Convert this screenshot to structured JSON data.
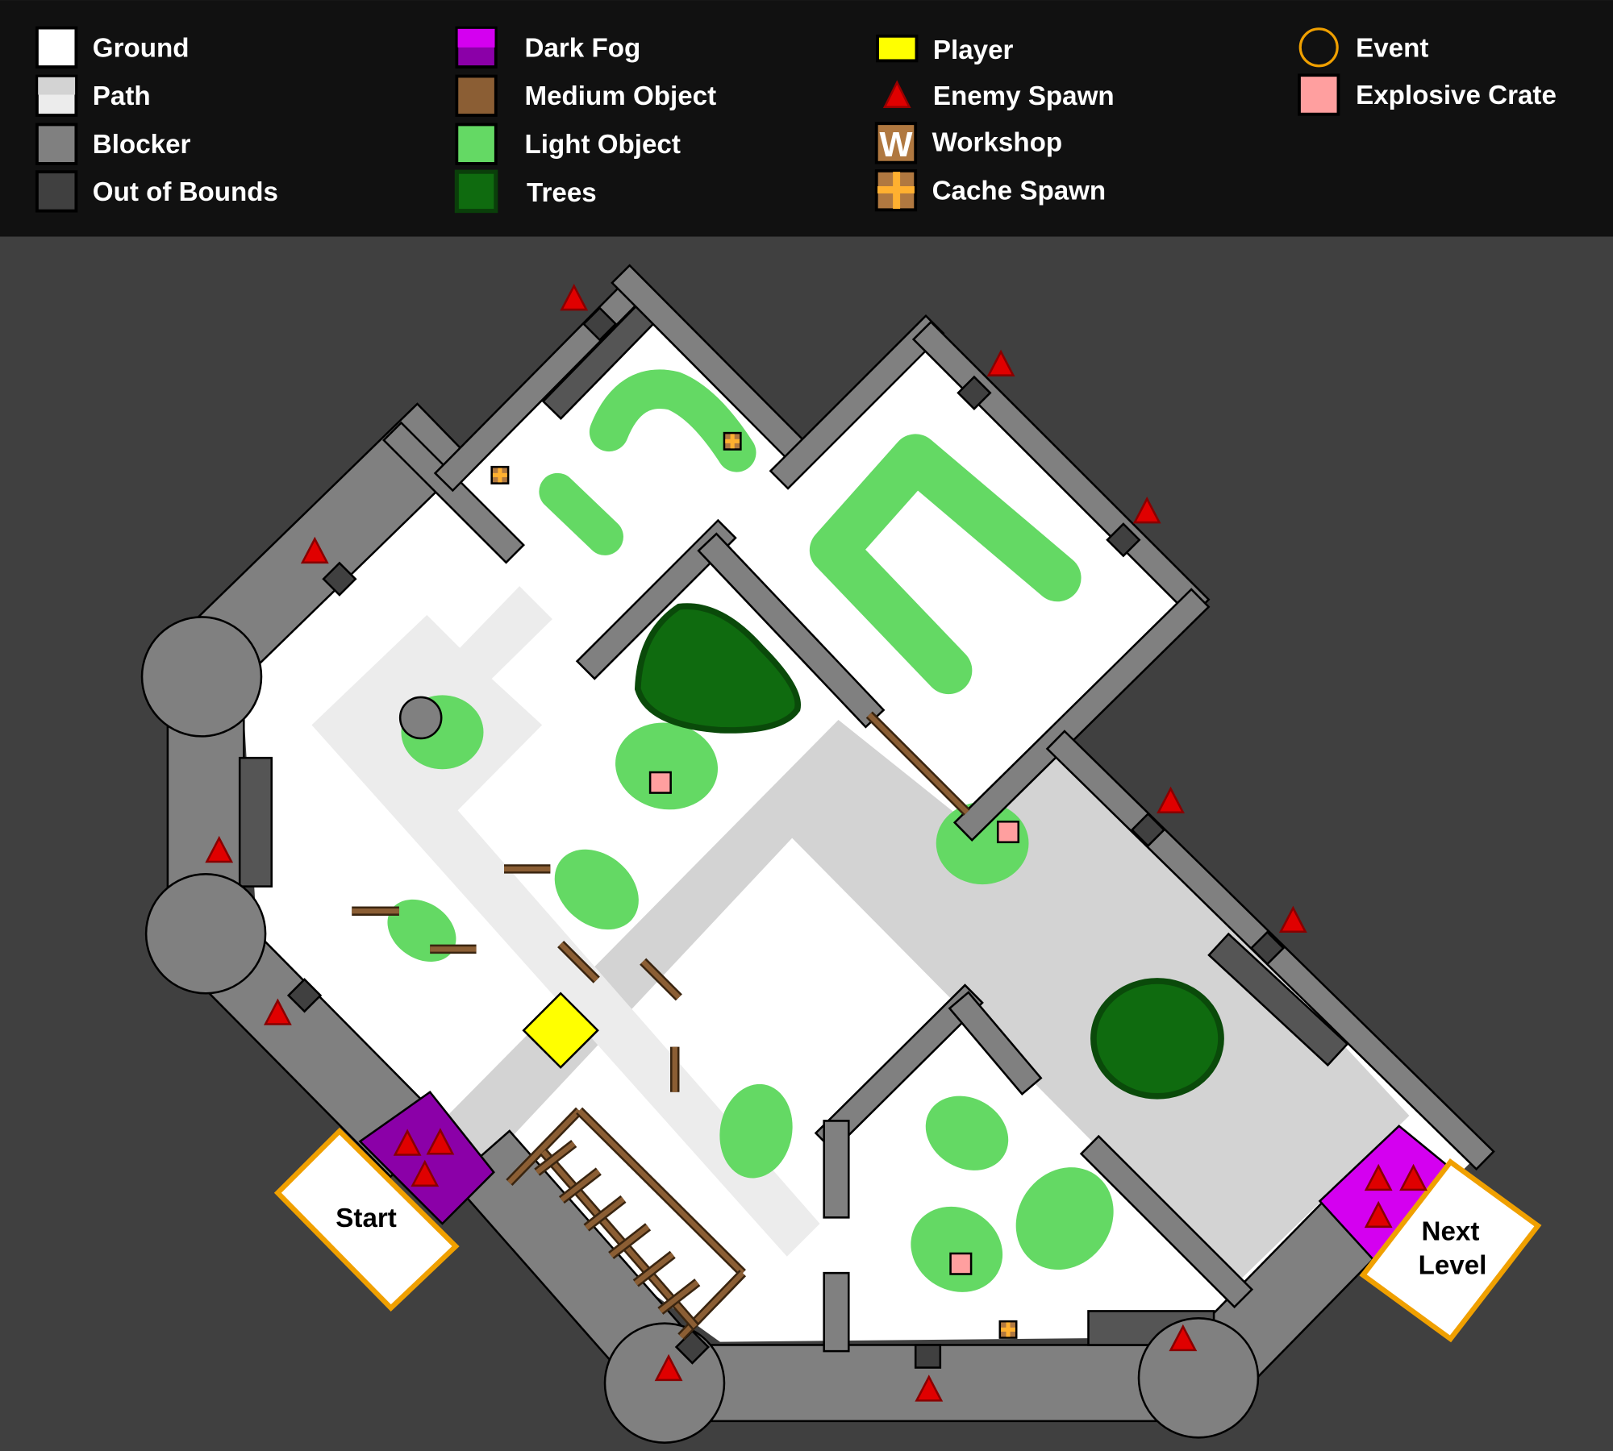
{
  "legend": {
    "ground": "Ground",
    "path": "Path",
    "blocker": "Blocker",
    "out_of_bounds": "Out of Bounds",
    "dark_fog": "Dark Fog",
    "medium_object": "Medium Object",
    "light_object": "Light Object",
    "trees": "Trees",
    "player": "Player",
    "enemy_spawn": "Enemy Spawn",
    "workshop": "Workshop",
    "workshop_glyph": "W",
    "cache_spawn": "Cache Spawn",
    "event": "Event",
    "explosive_crate": "Explosive Crate"
  },
  "map": {
    "start_label": "Start",
    "next_level_line1": "Next",
    "next_level_line2": "Level"
  },
  "colors": {
    "ground": "#ffffff",
    "path": "#d3d3d3",
    "path_light": "#ececec",
    "blocker": "#808080",
    "out_of_bounds": "#404040",
    "dark_fog": "#8b00a8",
    "dark_fog_bright": "#d400f0",
    "medium_object": "#8b5e34",
    "light_object": "#64d964",
    "trees": "#0f6b0f",
    "player": "#ffff00",
    "enemy_spawn": "#e00000",
    "workshop": "#b07840",
    "cache_spawn": "#ffb030",
    "event": "#f0a000",
    "explosive_crate": "#ff9f9f"
  }
}
